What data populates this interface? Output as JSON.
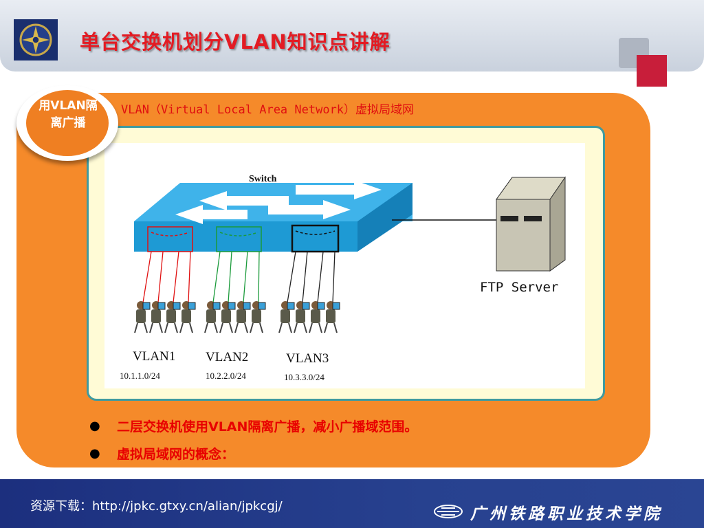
{
  "slide": {
    "title": "单台交换机划分VLAN知识点讲解",
    "badge_text": "用VLAN隔离广播",
    "subtitle": "VLAN（Virtual Local Area Network）虚拟局域网"
  },
  "diagram": {
    "switch_label": "Switch",
    "server_label": "FTP Server",
    "vlans": [
      {
        "name": "VLAN1",
        "subnet": "10.1.1.0/24",
        "color": "#e01010"
      },
      {
        "name": "VLAN2",
        "subnet": "10.2.2.0/24",
        "color": "#1a9a3a"
      },
      {
        "name": "VLAN3",
        "subnet": "10.3.3.0/24",
        "color": "#111111"
      }
    ]
  },
  "bullets": [
    "二层交换机使用VLAN隔离广播，减小广播域范围。",
    "虚拟局域网的概念："
  ],
  "footer": {
    "download_text": "资源下载：http://jpkc.gtxy.cn/alian/jpkcgj/",
    "college": "广州铁路职业技术学院"
  },
  "colors": {
    "title_red": "#e31b23",
    "panel_orange": "#f58a2a",
    "footer_blue": "#27418f",
    "switch_blue": "#27a3df"
  }
}
